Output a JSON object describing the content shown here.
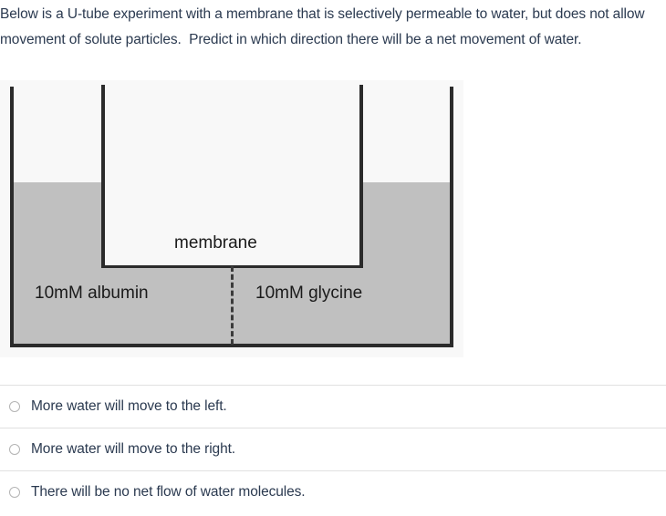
{
  "question": {
    "prompt": "Below is a U-tube experiment with a membrane that is selectively permeable to water, but does not allow movement of solute particles.  Predict in which direction there will be a net movement of water."
  },
  "figure": {
    "name": "u-tube-osmosis-diagram",
    "membrane_label": "membrane",
    "left_solution_label": "10mM albumin",
    "right_solution_label": "10mM glycine",
    "colors": {
      "liquid": "#c0c0c0",
      "vessel_outline": "#2b2b2b",
      "background": "#f8f8f8",
      "membrane_dashed": "#3b3b3b"
    }
  },
  "answers": {
    "options": [
      {
        "label": "More water will move to the left.",
        "selected": false
      },
      {
        "label": "More water will move to the right.",
        "selected": false
      },
      {
        "label": "There will be no net flow of water molecules.",
        "selected": false
      }
    ]
  },
  "colors": {
    "text": "#2b3a50",
    "divider": "#e0e0e0",
    "radio_border": "#b4b4b4"
  }
}
